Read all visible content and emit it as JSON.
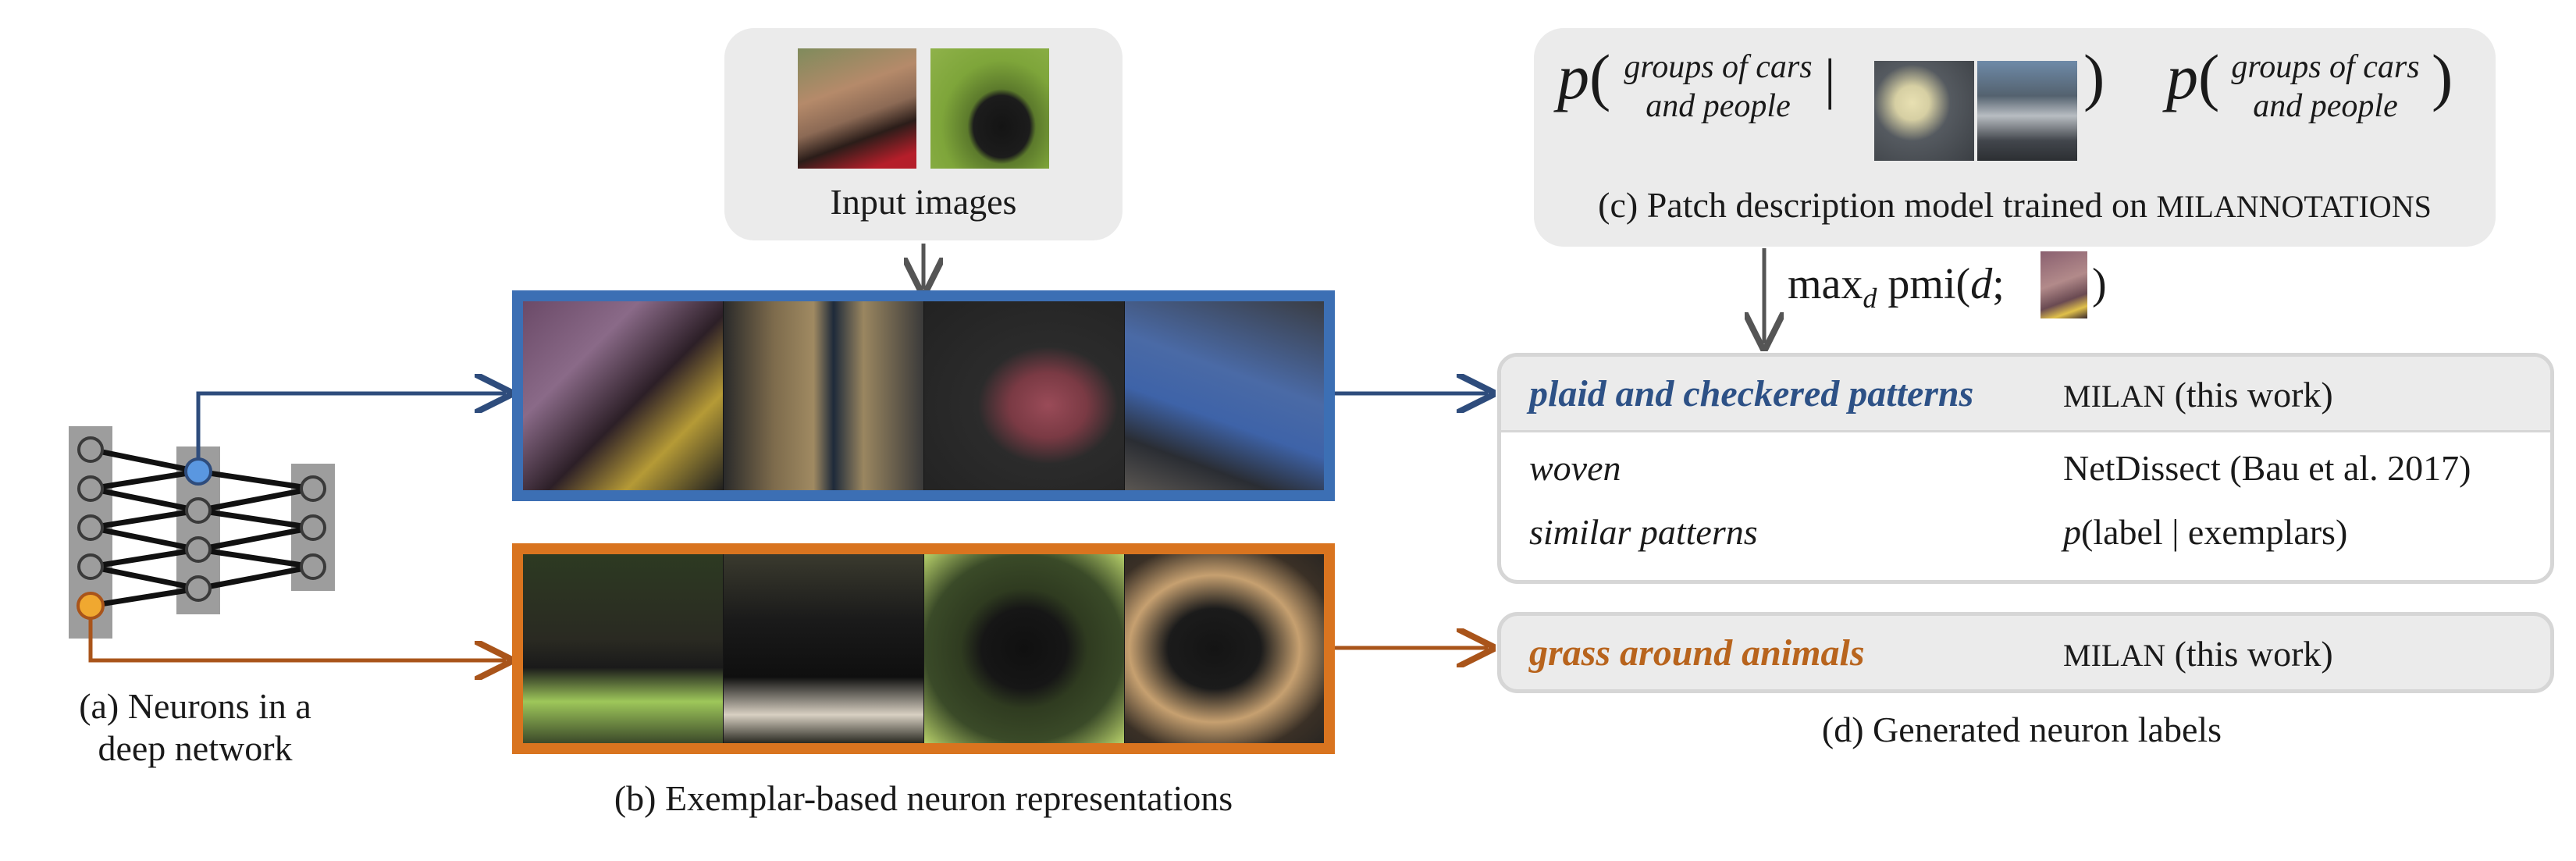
{
  "panel_a": {
    "caption_line1": "(a) Neurons in a",
    "caption_line2": "deep network"
  },
  "input": {
    "label": "Input images"
  },
  "panel_b": {
    "caption": "(b) Exemplar-based neuron representations"
  },
  "panel_c": {
    "p_symbol": "p",
    "description_line1": "groups of cars",
    "description_line2": "and people",
    "bar": "|",
    "caption_prefix": "(c) Patch description model trained on ",
    "caption_dataset": "MILANNOTATIONS",
    "pmi_max": "max",
    "pmi_sub": "d",
    "pmi_text": "pmi(",
    "pmi_var": "d",
    "pmi_sep": ";",
    "pmi_close": ")"
  },
  "panel_d": {
    "caption": "(d) Generated neuron labels",
    "blue_rows": [
      {
        "label": "plaid and checkered patterns",
        "method": "MILAN",
        "method_suffix": " (this work)",
        "color": "#2d5186"
      },
      {
        "label": "woven",
        "method": "NetDissect (Bau et al. 2017)"
      },
      {
        "label": "similar patterns",
        "method_p": "p",
        "method": "(label | exemplars)"
      }
    ],
    "orange_row": {
      "label": "grass around animals",
      "method": "MILAN",
      "method_suffix": " (this work)",
      "color": "#b8641d"
    }
  },
  "colors": {
    "blue": "#3c6fb4",
    "blue_arrow": "#2e4c7c",
    "orange": "#d9741f",
    "orange_arrow": "#a9541a",
    "node": "#9b9b9b",
    "box_gray": "#ebebeb"
  }
}
